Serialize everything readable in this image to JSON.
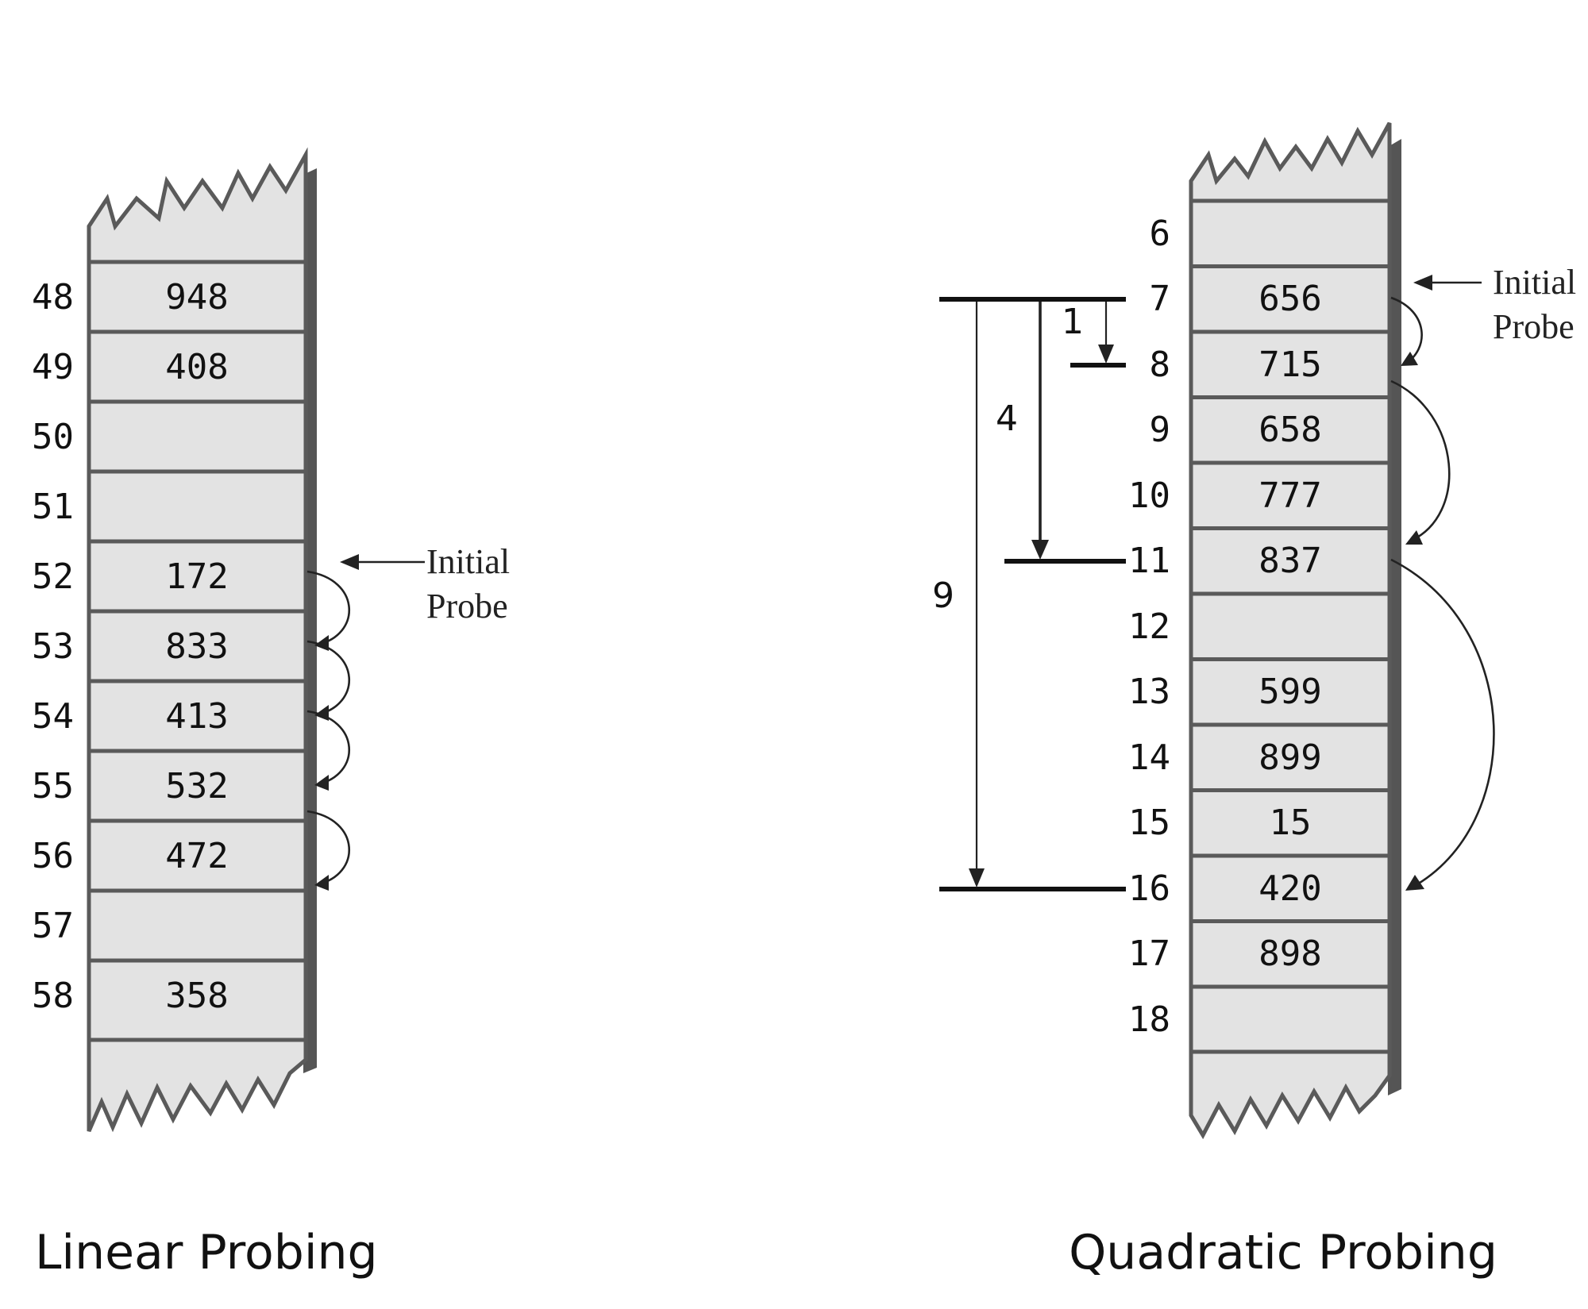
{
  "linear": {
    "caption": "Linear Probing",
    "annotation": [
      "Initial",
      "Probe"
    ],
    "rows": [
      {
        "index": "48",
        "value": "948"
      },
      {
        "index": "49",
        "value": "408"
      },
      {
        "index": "50",
        "value": ""
      },
      {
        "index": "51",
        "value": ""
      },
      {
        "index": "52",
        "value": "172"
      },
      {
        "index": "53",
        "value": "833"
      },
      {
        "index": "54",
        "value": "413"
      },
      {
        "index": "55",
        "value": "532"
      },
      {
        "index": "56",
        "value": "472"
      },
      {
        "index": "57",
        "value": ""
      },
      {
        "index": "58",
        "value": "358"
      }
    ],
    "initial_probe_index": "52",
    "probe_sequence": [
      "52",
      "53",
      "54",
      "55",
      "56"
    ]
  },
  "quadratic": {
    "caption": "Quadratic Probing",
    "annotation": [
      "Initial",
      "Probe"
    ],
    "rows": [
      {
        "index": "6",
        "value": ""
      },
      {
        "index": "7",
        "value": "656"
      },
      {
        "index": "8",
        "value": "715"
      },
      {
        "index": "9",
        "value": "658"
      },
      {
        "index": "10",
        "value": "777"
      },
      {
        "index": "11",
        "value": "837"
      },
      {
        "index": "12",
        "value": ""
      },
      {
        "index": "13",
        "value": "599"
      },
      {
        "index": "14",
        "value": "899"
      },
      {
        "index": "15",
        "value": "15"
      },
      {
        "index": "16",
        "value": "420"
      },
      {
        "index": "17",
        "value": "898"
      },
      {
        "index": "18",
        "value": ""
      }
    ],
    "initial_probe_index": "7",
    "probe_sequence": [
      "7",
      "8",
      "11",
      "16"
    ],
    "step_labels": [
      "1",
      "4",
      "9"
    ]
  }
}
